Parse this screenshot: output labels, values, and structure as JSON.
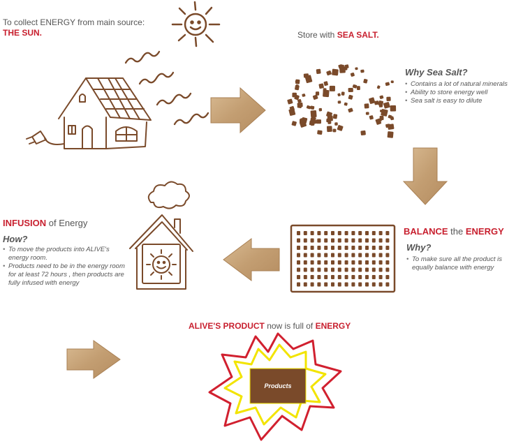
{
  "step1": {
    "intro": "To collect ENERGY from main source:",
    "source": "THE SUN."
  },
  "step2": {
    "prefix": "Store with ",
    "highlight": "SEA SALT.",
    "why_title": "Why Sea Salt?",
    "bullets": [
      "Contains a lot of natural minerals",
      "Ability to store energy well",
      "Sea salt is easy to dilute"
    ]
  },
  "step3": {
    "highlight1": "BALANCE",
    "middle": " the ",
    "highlight2": "ENERGY",
    "why_title": "Why?",
    "bullets": [
      "To make sure all the product is equally balance with energy"
    ]
  },
  "step4": {
    "highlight": "INFUSION",
    "suffix": " of Energy",
    "how_title": "How?",
    "bullets": [
      "To move the products into ALIVE's energy room.",
      "Products need to be in the energy room for at least 72 hours , then products are fully infused with energy"
    ]
  },
  "step5": {
    "highlight1": "ALIVE'S PRODUCT",
    "middle": " now is full of ",
    "highlight2": "ENERGY",
    "product_label": "Products"
  },
  "colors": {
    "accent_red": "#c8202f",
    "brown": "#7a4a2a",
    "arrow_fill": "#c9a57a",
    "burst_red": "#d1202f",
    "burst_yellow": "#f2e400"
  }
}
